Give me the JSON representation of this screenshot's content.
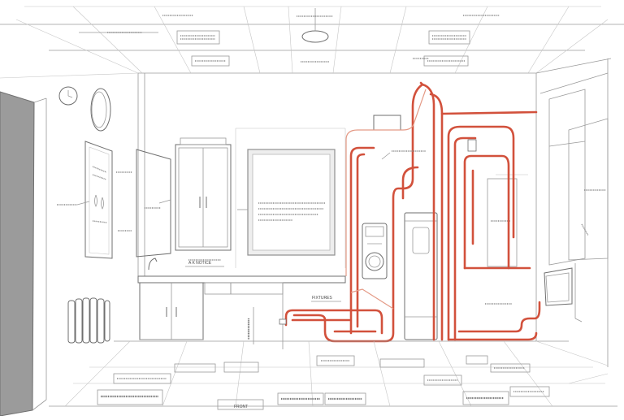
{
  "drawing": {
    "labels": {
      "counter_note": "A K NOTICE",
      "pipe_label": "FIXTURES",
      "floor_title": "FRONT"
    },
    "colors": {
      "pipe": "#d2513c",
      "line": "#9a9a9a",
      "door": "#9b9b9b",
      "background": "#ffffff"
    }
  }
}
